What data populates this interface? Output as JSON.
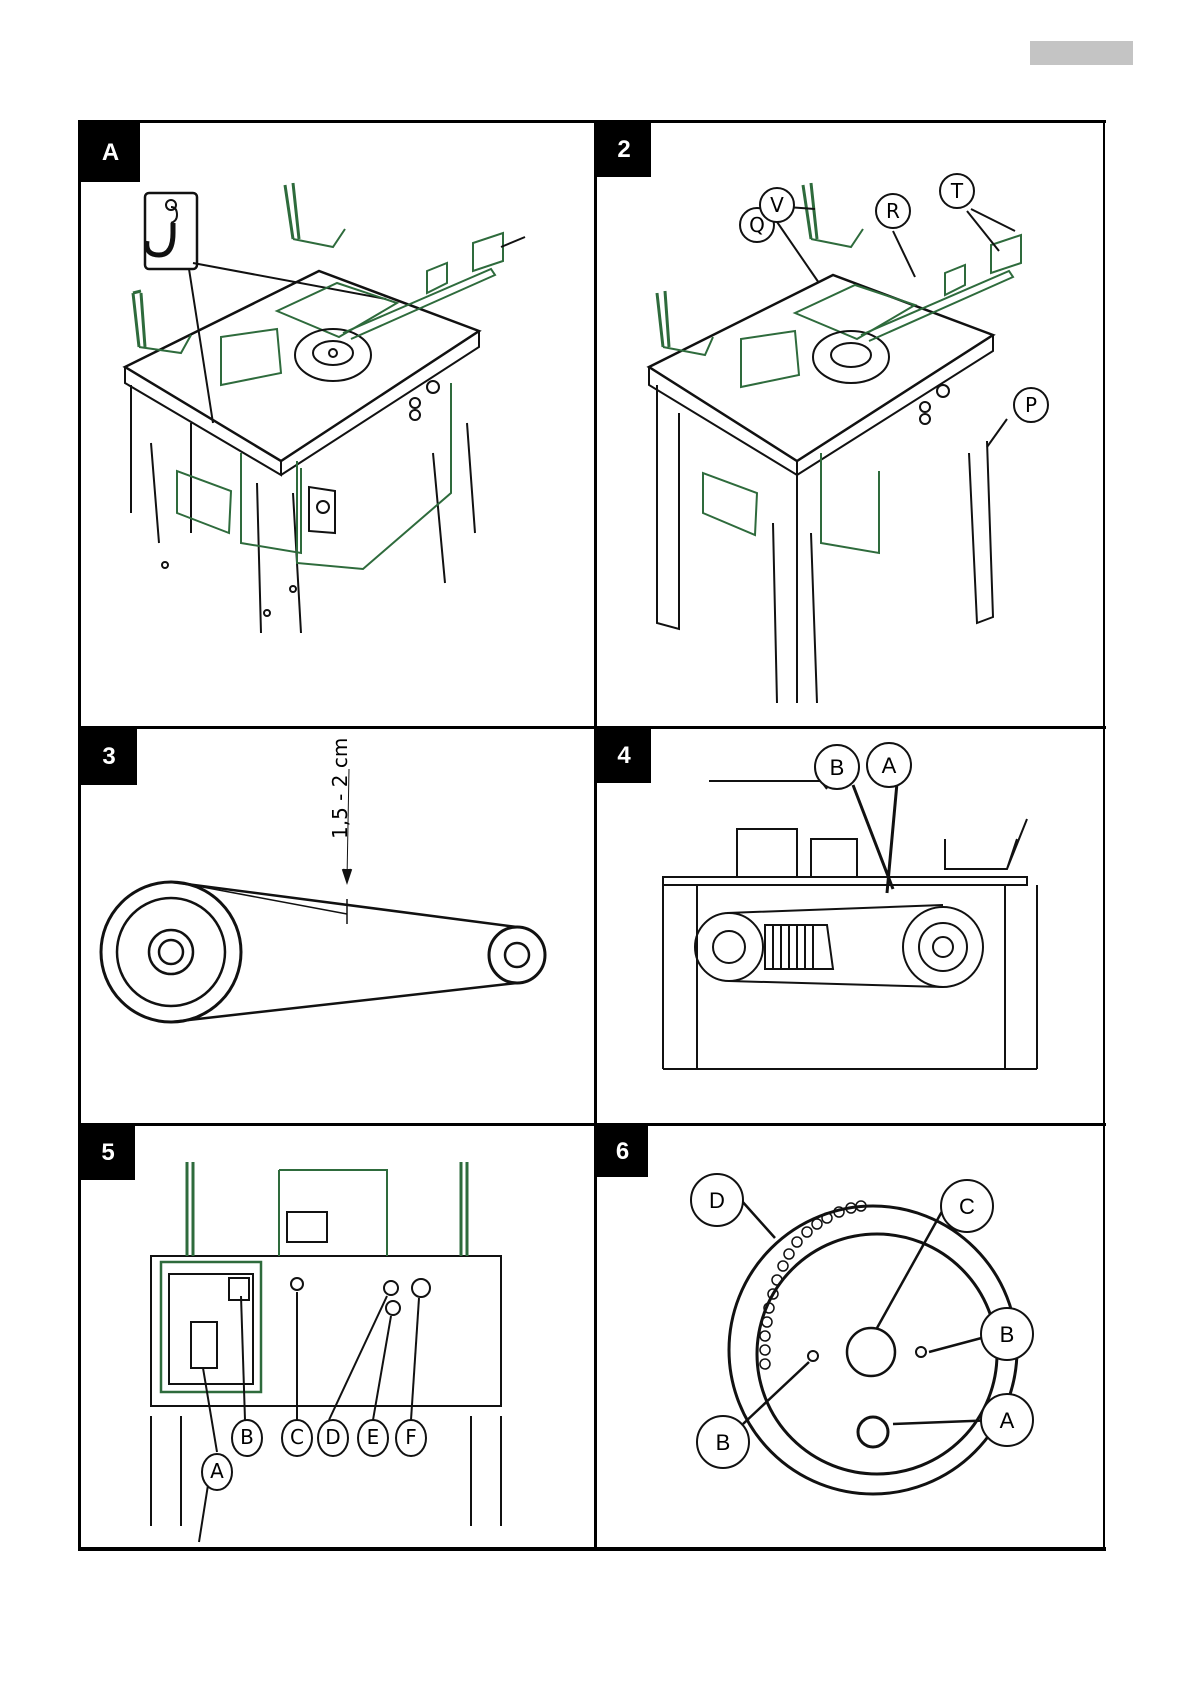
{
  "panels": [
    {
      "id": "A",
      "number": "A"
    },
    {
      "id": "2",
      "number": "2",
      "callouts": [
        "Q",
        "V",
        "R",
        "T",
        "P"
      ]
    },
    {
      "id": "3",
      "number": "3",
      "dimension": "1,5 - 2 cm"
    },
    {
      "id": "4",
      "number": "4",
      "callouts": [
        "B",
        "A"
      ]
    },
    {
      "id": "5",
      "number": "5",
      "callouts": [
        "A",
        "B",
        "C",
        "D",
        "E",
        "F"
      ]
    },
    {
      "id": "6",
      "number": "6",
      "callouts": [
        "D",
        "C",
        "B",
        "B",
        "A"
      ]
    }
  ],
  "colors": {
    "accent_green": "#2e6b3c",
    "tab_gray": "#c4c4c4",
    "frame": "#000000"
  }
}
